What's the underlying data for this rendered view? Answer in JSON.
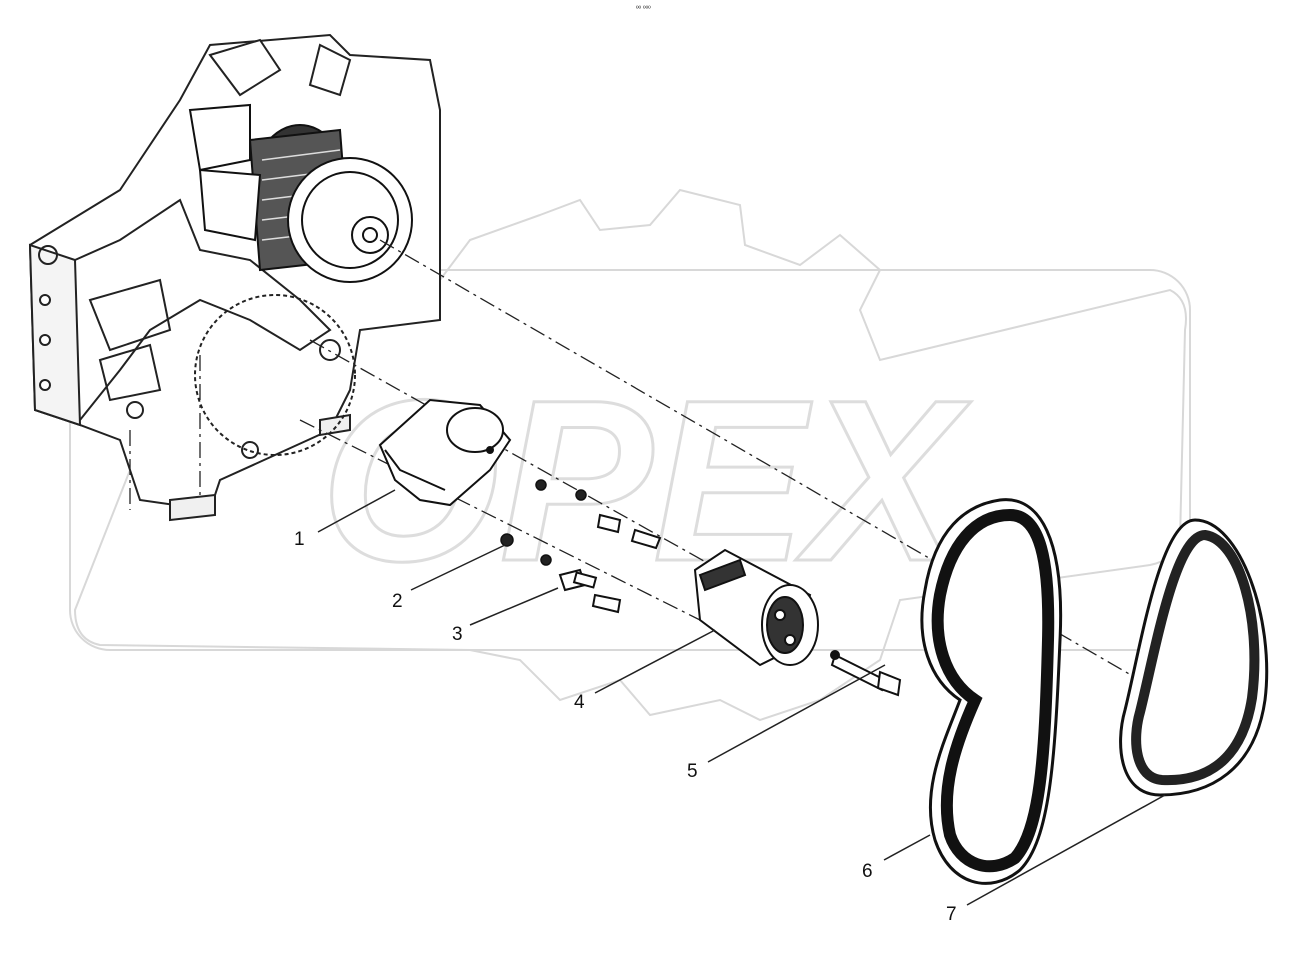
{
  "header": {
    "note": "ºº ººº"
  },
  "watermark": {
    "text": "OPEX",
    "color": "#dddddd"
  },
  "parts": [
    {
      "label": "1",
      "name": "tensioner-bracket"
    },
    {
      "label": "2",
      "name": "nut"
    },
    {
      "label": "3",
      "name": "bolt"
    },
    {
      "label": "4",
      "name": "belt-tensioner"
    },
    {
      "label": "5",
      "name": "long-bolt"
    },
    {
      "label": "6",
      "name": "drive-belt-front"
    },
    {
      "label": "7",
      "name": "drive-belt-rear"
    }
  ]
}
